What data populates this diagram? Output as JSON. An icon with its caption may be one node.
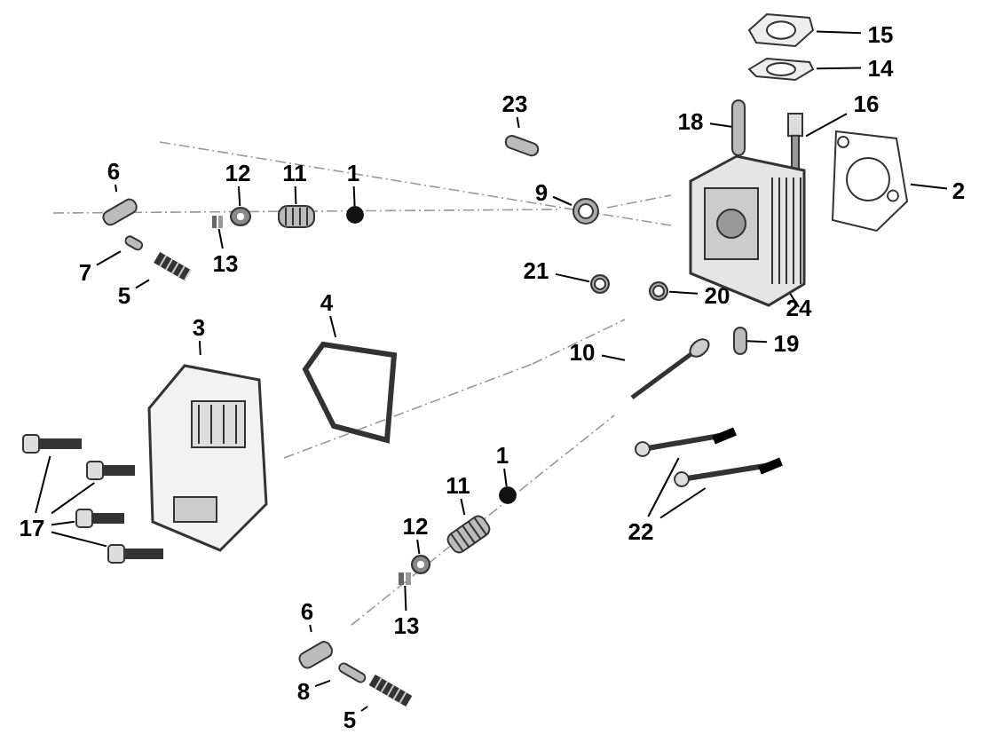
{
  "diagram": {
    "nodes": [
      {
        "text": [
          "6"
        ]
      },
      {
        "text": [
          "12"
        ]
      },
      {
        "text": [
          "11"
        ]
      },
      {
        "text": [
          "1"
        ]
      },
      {
        "text": [
          "23"
        ]
      },
      {
        "text": [
          "15"
        ]
      },
      {
        "text": [
          "14"
        ]
      },
      {
        "text": [
          "18"
        ]
      },
      {
        "text": [
          "16"
        ]
      },
      {
        "text": [
          "9"
        ]
      },
      {
        "text": [
          "2"
        ]
      },
      {
        "text": [
          "13"
        ]
      },
      {
        "text": [
          "7"
        ]
      },
      {
        "text": [
          "5"
        ]
      },
      {
        "text": [
          "21"
        ]
      },
      {
        "text": [
          "20"
        ]
      },
      {
        "text": [
          "24"
        ]
      },
      {
        "text": [
          "19"
        ]
      },
      {
        "text": [
          "3"
        ]
      },
      {
        "text": [
          "4"
        ]
      },
      {
        "text": [
          "10"
        ]
      },
      {
        "text": [
          "1"
        ]
      },
      {
        "text": [
          "11"
        ]
      },
      {
        "text": [
          "22"
        ]
      },
      {
        "text": [
          "12"
        ]
      },
      {
        "text": [
          "17"
        ]
      },
      {
        "text": [
          "6"
        ]
      },
      {
        "text": [
          "13"
        ]
      },
      {
        "text": [
          "8"
        ]
      },
      {
        "text": [
          "5"
        ]
      },
      {
        "text": [],
        "shape": "box"
      },
      {
        "text": [],
        "shape": "picture"
      },
      {
        "text": [],
        "shape": "picture"
      },
      {
        "text": [],
        "shape": "circle"
      },
      {
        "text": [],
        "shape": "box"
      },
      {
        "text": [],
        "shape": "picture"
      },
      {
        "text": [],
        "shape": "picture"
      },
      {
        "text": [],
        "shape": "box"
      },
      {
        "text": [],
        "shape": "picture"
      },
      {
        "text": [],
        "shape": "picture"
      },
      {
        "text": [],
        "shape": "picture"
      },
      {
        "text": [],
        "shape": "picture"
      },
      {
        "text": [],
        "shape": "box"
      },
      {
        "text": [],
        "shape": "picture"
      },
      {
        "text": [],
        "shape": "picture"
      },
      {
        "text": [],
        "shape": "picture"
      },
      {
        "text": [],
        "shape": "picture"
      },
      {
        "text": [],
        "shape": "box"
      },
      {
        "text": [],
        "shape": "picture"
      },
      {
        "text": [],
        "shape": "picture"
      },
      {
        "text": [],
        "shape": "picture"
      },
      {
        "text": [],
        "shape": "circle"
      },
      {
        "text": [],
        "shape": "picture"
      },
      {
        "text": [],
        "shape": "picture"
      },
      {
        "text": [],
        "shape": "picture"
      },
      {
        "text": [],
        "shape": "picture"
      },
      {
        "text": [],
        "shape": "picture"
      },
      {
        "text": [],
        "shape": "picture"
      },
      {
        "text": [],
        "shape": "picture"
      },
      {
        "text": [],
        "shape": "picture"
      },
      {
        "text": [],
        "shape": "box"
      },
      {
        "text": [],
        "shape": "picture"
      },
      {
        "text": [],
        "shape": "box"
      },
      {
        "text": [],
        "shape": "picture"
      }
    ],
    "edges": [
      {
        "from": 0,
        "to": 30,
        "arrow": "none"
      },
      {
        "from": 1,
        "to": 31,
        "arrow": "none"
      },
      {
        "from": 2,
        "to": 32,
        "arrow": "none"
      },
      {
        "from": 3,
        "to": 33,
        "arrow": "none"
      },
      {
        "from": 4,
        "to": 34,
        "arrow": "none"
      },
      {
        "from": 5,
        "to": 35,
        "arrow": "none"
      },
      {
        "from": 6,
        "to": 36,
        "arrow": "none"
      },
      {
        "from": 7,
        "to": 37,
        "arrow": "none"
      },
      {
        "from": 8,
        "to": 38,
        "arrow": "none"
      },
      {
        "from": 9,
        "to": 39,
        "arrow": "none"
      },
      {
        "from": 10,
        "to": 40,
        "arrow": "none"
      },
      {
        "from": 11,
        "to": 41,
        "arrow": "none"
      },
      {
        "from": 12,
        "to": 42,
        "arrow": "none"
      },
      {
        "from": 13,
        "to": 43,
        "arrow": "none"
      },
      {
        "from": 14,
        "to": 44,
        "arrow": "none"
      },
      {
        "from": 15,
        "to": 45,
        "arrow": "none"
      },
      {
        "from": 16,
        "to": 46,
        "arrow": "none"
      },
      {
        "from": 17,
        "to": 47,
        "arrow": "none"
      },
      {
        "from": 18,
        "to": 48,
        "arrow": "none"
      },
      {
        "from": 19,
        "to": 49,
        "arrow": "none"
      },
      {
        "from": 20,
        "to": 50,
        "arrow": "none"
      },
      {
        "from": 21,
        "to": 51,
        "arrow": "none"
      },
      {
        "from": 22,
        "to": 52,
        "arrow": "none"
      },
      {
        "from": 23,
        "to": 53,
        "arrow": "none"
      },
      {
        "from": 23,
        "to": 54,
        "arrow": "none"
      },
      {
        "from": 24,
        "to": 55,
        "arrow": "none"
      },
      {
        "from": 25,
        "to": 56,
        "arrow": "none"
      },
      {
        "from": 25,
        "to": 57,
        "arrow": "none"
      },
      {
        "from": 25,
        "to": 58,
        "arrow": "none"
      },
      {
        "from": 25,
        "to": 59,
        "arrow": "none"
      },
      {
        "from": 26,
        "to": 60,
        "arrow": "none"
      },
      {
        "from": 27,
        "to": 61,
        "arrow": "none"
      },
      {
        "from": 28,
        "to": 62,
        "arrow": "none"
      },
      {
        "from": 29,
        "to": 63,
        "arrow": "none"
      }
    ]
  }
}
